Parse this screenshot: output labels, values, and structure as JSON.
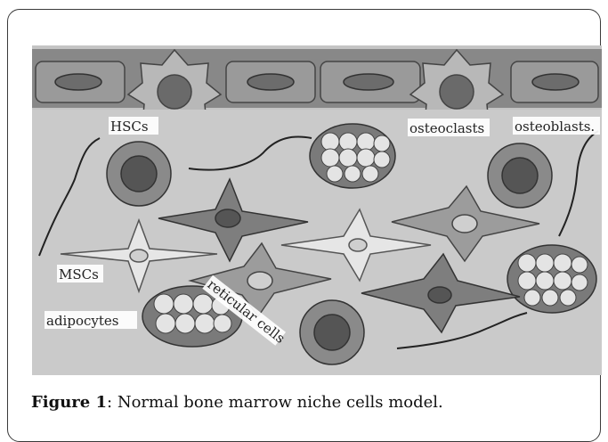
{
  "figure": {
    "labels": {
      "hscs": "HSCs",
      "osteoclasts": "osteoclasts",
      "osteoblasts": "osteoblasts.",
      "mscs": "MSCs",
      "reticular": "reticular cells",
      "adipocytes": "adipocytes"
    },
    "colors": {
      "bone_strip": "#7f7f7f",
      "background": "#c8c8c8",
      "dark_cell": "#6a6a6a",
      "light_cell": "#e2e2e2"
    }
  },
  "caption": {
    "label": "Figure 1",
    "separator": ": ",
    "text": "Normal bone marrow niche cells model."
  }
}
